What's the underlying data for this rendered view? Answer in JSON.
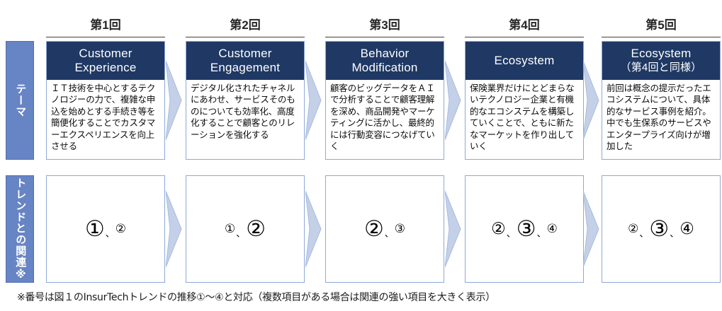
{
  "sessions": [
    {
      "label": "第1回"
    },
    {
      "label": "第2回"
    },
    {
      "label": "第3回"
    },
    {
      "label": "第4回"
    },
    {
      "label": "第5回"
    }
  ],
  "row_labels": {
    "theme": "テーマ",
    "trend": "トレンドとの関連※"
  },
  "themes": [
    {
      "title_line1": "Customer",
      "title_line2": "Experience",
      "body": "ＩＴ技術を中心とするテクノロジーの力で、複雑な申込を始めとする手続き等を簡便化することでカスタマーエクスペリエンスを向上させる"
    },
    {
      "title_line1": "Customer",
      "title_line2": "Engagement",
      "body": "デジタル化されたチャネルにあわせ、サービスそのものについても効率化、高度化することで顧客とのリレーションを強化する"
    },
    {
      "title_line1": "Behavior",
      "title_line2": "Modification",
      "body": "顧客のビッグデータをＡＩで分析することで顧客理解を深め、商品開発やマーケティングに活かし、最終的には行動変容につなげていく"
    },
    {
      "title_line1": "Ecosystem",
      "title_line2": "",
      "body": "保険業界だけにとどまらないテクノロジー企業と有機的なエコシステムを構築していくことで、ともに新たなマーケットを作り出していく"
    },
    {
      "title_line1": "Ecosystem",
      "title_line2": "（第4回と同様）",
      "body": "前回は概念の提示だったエコシステムについて、具体的なサービス事例を紹介。中でも生保系のサービスやエンタープライズ向けが増加した"
    }
  ],
  "trends": [
    {
      "items": [
        {
          "glyph": "①",
          "size": "lg"
        },
        {
          "glyph": "②",
          "size": "sm"
        }
      ],
      "separator": "、"
    },
    {
      "items": [
        {
          "glyph": "①",
          "size": "sm"
        },
        {
          "glyph": "②",
          "size": "lg"
        }
      ],
      "separator": "、"
    },
    {
      "items": [
        {
          "glyph": "②",
          "size": "lg"
        },
        {
          "glyph": "③",
          "size": "sm"
        }
      ],
      "separator": "、"
    },
    {
      "items": [
        {
          "glyph": "②",
          "size": "md"
        },
        {
          "glyph": "③",
          "size": "lg"
        },
        {
          "glyph": "④",
          "size": "sm"
        }
      ],
      "separator": "、"
    },
    {
      "items": [
        {
          "glyph": "②",
          "size": "sm"
        },
        {
          "glyph": "③",
          "size": "lg"
        },
        {
          "glyph": "④",
          "size": "md"
        }
      ],
      "separator": "、"
    }
  ],
  "footnote": "※番号は図１のInsurTechトレンドの推移①～④と対応（複数項目がある場合は関連の強い項目を大きく表示）",
  "colors": {
    "header_navy": "#1F3864",
    "side_blue": "#6784C4",
    "card_border": "#8ea9d8",
    "arrow_fill": "#C3D0E8",
    "arrow_stroke": "#8FA6D0",
    "rule": "#3f3f3f"
  }
}
